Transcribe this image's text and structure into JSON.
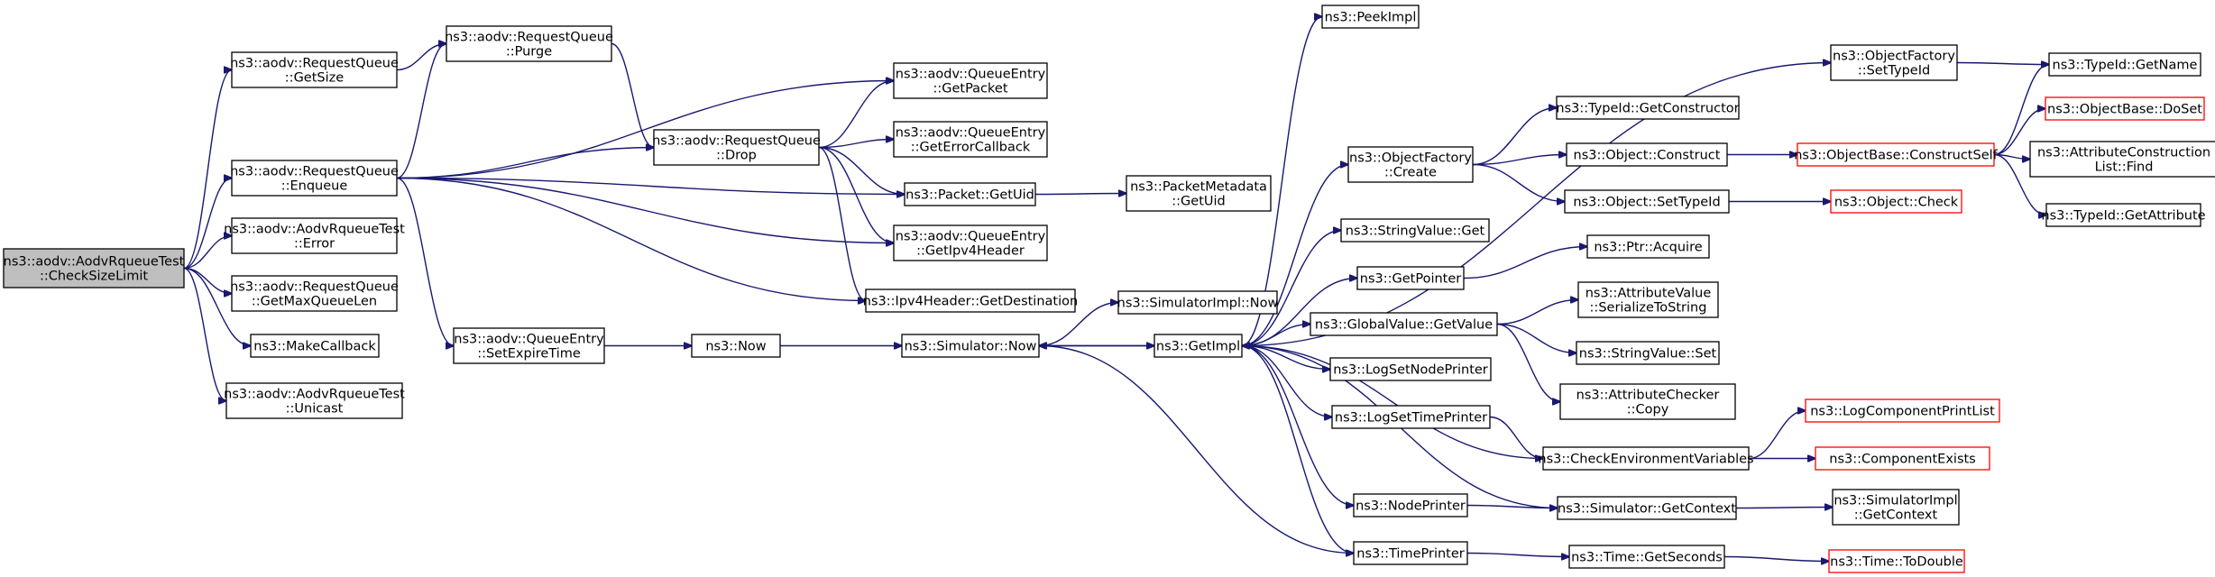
{
  "colors": {
    "edge": "#191970",
    "box_border": "#000000",
    "box_border_missing": "#ff0000",
    "root_fill": "#bfbfbf"
  },
  "nodes": [
    {
      "id": "root",
      "lines": [
        "ns3::aodv::AodvRqueueTest",
        "::CheckSizeLimit"
      ],
      "style": "root"
    },
    {
      "id": "rq_getsize",
      "lines": [
        "ns3::aodv::RequestQueue",
        "::GetSize"
      ]
    },
    {
      "id": "rq_enqueue",
      "lines": [
        "ns3::aodv::RequestQueue",
        "::Enqueue"
      ]
    },
    {
      "id": "test_error",
      "lines": [
        "ns3::aodv::AodvRqueueTest",
        "::Error"
      ]
    },
    {
      "id": "rq_getmaxqueuelen",
      "lines": [
        "ns3::aodv::RequestQueue",
        "::GetMaxQueueLen"
      ]
    },
    {
      "id": "makecallback",
      "lines": [
        "ns3::MakeCallback"
      ]
    },
    {
      "id": "test_unicast",
      "lines": [
        "ns3::aodv::AodvRqueueTest",
        "::Unicast"
      ]
    },
    {
      "id": "rq_purge",
      "lines": [
        "ns3::aodv::RequestQueue",
        "::Purge"
      ]
    },
    {
      "id": "qe_setexpiretime",
      "lines": [
        "ns3::aodv::QueueEntry",
        "::SetExpireTime"
      ]
    },
    {
      "id": "rq_drop",
      "lines": [
        "ns3::aodv::RequestQueue",
        "::Drop"
      ]
    },
    {
      "id": "now",
      "lines": [
        "ns3::Now"
      ]
    },
    {
      "id": "qe_getpacket",
      "lines": [
        "ns3::aodv::QueueEntry",
        "::GetPacket"
      ]
    },
    {
      "id": "qe_geterrorcallback",
      "lines": [
        "ns3::aodv::QueueEntry",
        "::GetErrorCallback"
      ]
    },
    {
      "id": "packet_getuid",
      "lines": [
        "ns3::Packet::GetUid"
      ]
    },
    {
      "id": "qe_getipv4header",
      "lines": [
        "ns3::aodv::QueueEntry",
        "::GetIpv4Header"
      ]
    },
    {
      "id": "ipv4header_getdestination",
      "lines": [
        "ns3::Ipv4Header::GetDestination"
      ]
    },
    {
      "id": "simulator_now",
      "lines": [
        "ns3::Simulator::Now"
      ]
    },
    {
      "id": "packetmetadata_getuid",
      "lines": [
        "ns3::PacketMetadata",
        "::GetUid"
      ]
    },
    {
      "id": "simulatorimpl_now",
      "lines": [
        "ns3::SimulatorImpl::Now"
      ]
    },
    {
      "id": "getimpl",
      "lines": [
        "ns3::GetImpl"
      ]
    },
    {
      "id": "peekimpl",
      "lines": [
        "ns3::PeekImpl"
      ]
    },
    {
      "id": "objectfactory_create",
      "lines": [
        "ns3::ObjectFactory",
        "::Create"
      ]
    },
    {
      "id": "stringvalue_get",
      "lines": [
        "ns3::StringValue::Get"
      ]
    },
    {
      "id": "getpointer",
      "lines": [
        "ns3::GetPointer"
      ]
    },
    {
      "id": "globalvalue_getvalue",
      "lines": [
        "ns3::GlobalValue::GetValue"
      ]
    },
    {
      "id": "logsetnodeprinter",
      "lines": [
        "ns3::LogSetNodePrinter"
      ]
    },
    {
      "id": "logsettimeprinter",
      "lines": [
        "ns3::LogSetTimePrinter"
      ]
    },
    {
      "id": "nodeprinter",
      "lines": [
        "ns3::NodePrinter"
      ]
    },
    {
      "id": "timeprinter",
      "lines": [
        "ns3::TimePrinter"
      ]
    },
    {
      "id": "objectfactory_settypeid",
      "lines": [
        "ns3::ObjectFactory",
        "::SetTypeId"
      ]
    },
    {
      "id": "typeid_getconstructor",
      "lines": [
        "ns3::TypeId::GetConstructor"
      ]
    },
    {
      "id": "object_construct",
      "lines": [
        "ns3::Object::Construct"
      ]
    },
    {
      "id": "object_settypeid",
      "lines": [
        "ns3::Object::SetTypeId"
      ]
    },
    {
      "id": "ptr_acquire",
      "lines": [
        "ns3::Ptr::Acquire"
      ]
    },
    {
      "id": "attributevalue_serializetostring",
      "lines": [
        "ns3::AttributeValue",
        "::SerializeToString"
      ]
    },
    {
      "id": "stringvalue_set",
      "lines": [
        "ns3::StringValue::Set"
      ]
    },
    {
      "id": "attributechecker_copy",
      "lines": [
        "ns3::AttributeChecker",
        "::Copy"
      ]
    },
    {
      "id": "checkenvironmentvariables",
      "lines": [
        "ns3::CheckEnvironmentVariables"
      ]
    },
    {
      "id": "simulator_getcontext",
      "lines": [
        "ns3::Simulator::GetContext"
      ]
    },
    {
      "id": "time_getseconds",
      "lines": [
        "ns3::Time::GetSeconds"
      ]
    },
    {
      "id": "typeid_getname",
      "lines": [
        "ns3::TypeId::GetName"
      ]
    },
    {
      "id": "objectbase_constructself",
      "lines": [
        "ns3::ObjectBase::ConstructSelf"
      ],
      "style": "red"
    },
    {
      "id": "object_check",
      "lines": [
        "ns3::Object::Check"
      ],
      "style": "red"
    },
    {
      "id": "logcomponentprintlist",
      "lines": [
        "ns3::LogComponentPrintList"
      ],
      "style": "red"
    },
    {
      "id": "componentexists",
      "lines": [
        "ns3::ComponentExists"
      ],
      "style": "red"
    },
    {
      "id": "simulatorimpl_getcontext",
      "lines": [
        "ns3::SimulatorImpl",
        "::GetContext"
      ]
    },
    {
      "id": "time_todouble",
      "lines": [
        "ns3::Time::ToDouble"
      ],
      "style": "red"
    },
    {
      "id": "objectbase_doset",
      "lines": [
        "ns3::ObjectBase::DoSet"
      ],
      "style": "red"
    },
    {
      "id": "attributeconstructionlist_find",
      "lines": [
        "ns3::AttributeConstruction",
        "List::Find"
      ]
    },
    {
      "id": "typeid_getattribute",
      "lines": [
        "ns3::TypeId::GetAttribute"
      ]
    }
  ],
  "edges": [
    [
      "root",
      "rq_getsize"
    ],
    [
      "root",
      "rq_enqueue"
    ],
    [
      "root",
      "test_error"
    ],
    [
      "root",
      "rq_getmaxqueuelen"
    ],
    [
      "root",
      "makecallback"
    ],
    [
      "root",
      "test_unicast"
    ],
    [
      "rq_getsize",
      "rq_purge"
    ],
    [
      "rq_enqueue",
      "rq_purge"
    ],
    [
      "rq_enqueue",
      "qe_setexpiretime"
    ],
    [
      "rq_enqueue",
      "rq_drop"
    ],
    [
      "rq_enqueue",
      "qe_getpacket"
    ],
    [
      "rq_enqueue",
      "packet_getuid"
    ],
    [
      "rq_enqueue",
      "qe_getipv4header"
    ],
    [
      "rq_enqueue",
      "ipv4header_getdestination"
    ],
    [
      "rq_purge",
      "rq_drop"
    ],
    [
      "rq_drop",
      "qe_getpacket"
    ],
    [
      "rq_drop",
      "qe_geterrorcallback"
    ],
    [
      "rq_drop",
      "packet_getuid"
    ],
    [
      "rq_drop",
      "qe_getipv4header"
    ],
    [
      "rq_drop",
      "ipv4header_getdestination"
    ],
    [
      "qe_setexpiretime",
      "now"
    ],
    [
      "now",
      "simulator_now"
    ],
    [
      "packet_getuid",
      "packetmetadata_getuid"
    ],
    [
      "simulator_now",
      "simulatorimpl_now"
    ],
    [
      "simulator_now",
      "getimpl"
    ],
    [
      "getimpl",
      "peekimpl"
    ],
    [
      "getimpl",
      "objectfactory_settypeid"
    ],
    [
      "getimpl",
      "objectfactory_create"
    ],
    [
      "getimpl",
      "stringvalue_get"
    ],
    [
      "getimpl",
      "getpointer"
    ],
    [
      "getimpl",
      "globalvalue_getvalue"
    ],
    [
      "getimpl",
      "logsetnodeprinter"
    ],
    [
      "getimpl",
      "logsettimeprinter"
    ],
    [
      "getimpl",
      "nodeprinter"
    ],
    [
      "getimpl",
      "timeprinter"
    ],
    [
      "getimpl",
      "simulator_now"
    ],
    [
      "objectfactory_settypeid",
      "typeid_getname"
    ],
    [
      "objectfactory_create",
      "typeid_getconstructor"
    ],
    [
      "objectfactory_create",
      "object_construct"
    ],
    [
      "objectfactory_create",
      "object_settypeid"
    ],
    [
      "object_construct",
      "objectbase_constructself"
    ],
    [
      "objectbase_constructself",
      "typeid_getname"
    ],
    [
      "objectbase_constructself",
      "objectbase_doset"
    ],
    [
      "objectbase_constructself",
      "attributeconstructionlist_find"
    ],
    [
      "objectbase_constructself",
      "typeid_getattribute"
    ],
    [
      "object_settypeid",
      "object_check"
    ],
    [
      "getpointer",
      "ptr_acquire"
    ],
    [
      "globalvalue_getvalue",
      "attributevalue_serializetostring"
    ],
    [
      "globalvalue_getvalue",
      "stringvalue_set"
    ],
    [
      "globalvalue_getvalue",
      "attributechecker_copy"
    ],
    [
      "logsettimeprinter",
      "checkenvironmentvariables"
    ],
    [
      "checkenvironmentvariables",
      "logcomponentprintlist"
    ],
    [
      "checkenvironmentvariables",
      "componentexists"
    ],
    [
      "checkenvironmentvariables",
      "getimpl"
    ],
    [
      "nodeprinter",
      "simulator_getcontext"
    ],
    [
      "simulator_getcontext",
      "getimpl"
    ],
    [
      "simulator_getcontext",
      "simulatorimpl_getcontext"
    ],
    [
      "timeprinter",
      "time_getseconds"
    ],
    [
      "timeprinter",
      "simulator_now"
    ],
    [
      "time_getseconds",
      "time_todouble"
    ]
  ]
}
